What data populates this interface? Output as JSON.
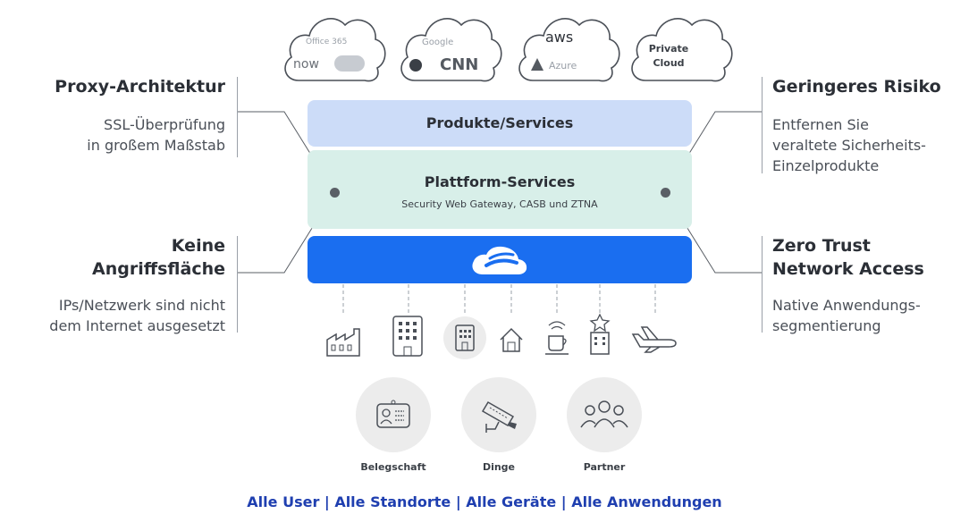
{
  "clouds": {
    "c1": {
      "line1": "Office 365",
      "line2a": "now"
    },
    "c2": {
      "line1": "Google",
      "line2": "CNN"
    },
    "c3": {
      "line1": "aws",
      "line2": "Azure"
    },
    "c4": {
      "line1": "Private",
      "line2": "Cloud"
    }
  },
  "left": {
    "h1": "Proxy-Architektur",
    "s1a": "SSL-Überprüfung",
    "s1b": "in großem Maßstab",
    "h2a": "Keine",
    "h2b": "Angriffsfläche",
    "s2a": "IPs/Netzwerk sind nicht",
    "s2b": "dem Internet ausgesetzt"
  },
  "right": {
    "h1": "Geringeres Risiko",
    "s1a": "Entfernen Sie",
    "s1b": "veraltete Sicherheits-",
    "s1c": "Einzelprodukte",
    "h2a": "Zero Trust",
    "h2b": "Network Access",
    "s2a": "Native Anwendungs-",
    "s2b": "segmentierung"
  },
  "layers": {
    "products": "Produkte/Services",
    "platform": "Plattform-Services",
    "platform_sub": "Security Web Gateway, CASB und ZTNA"
  },
  "people": {
    "workforce": "Belegschaft",
    "things": "Dinge",
    "partners": "Partner"
  },
  "footer": "Alle User | Alle Standorte | Alle Geräte | Alle Anwendungen",
  "colors": {
    "accent_blue": "#1a6ef0",
    "footer_blue": "#1f3fb0",
    "products_bg": "#ccdcf8",
    "platform_bg": "#d8efe9"
  },
  "icons": [
    "factory-icon",
    "office-building-icon",
    "building-icon",
    "home-icon",
    "coffee-wifi-icon",
    "hotel-icon",
    "airplane-icon",
    "badge-icon",
    "camera-icon",
    "people-icon",
    "zscaler-logo-icon"
  ]
}
